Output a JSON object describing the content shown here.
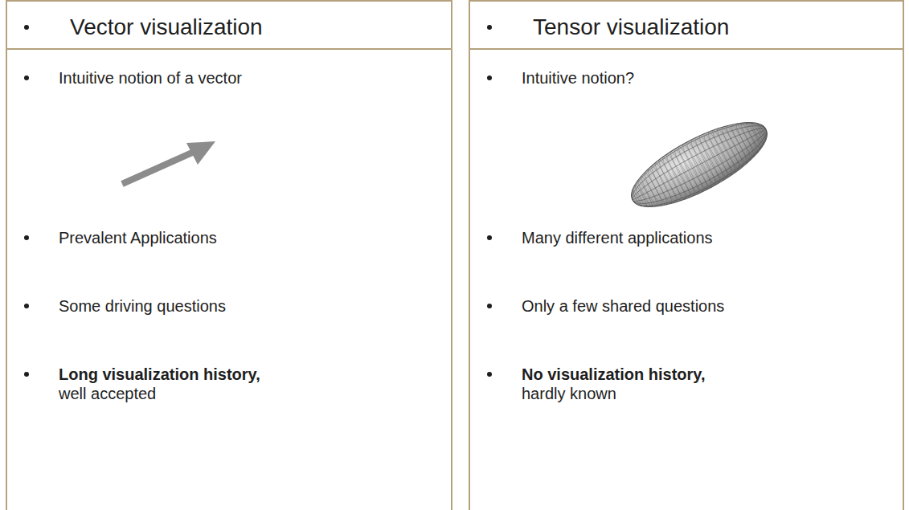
{
  "diagram": {
    "nodes": [
      {
        "text": [
          "Vector visualization",
          "Intuitive notion of a vector",
          "Prevalent Applications",
          "Some driving questions",
          "Long visualization history,",
          "well accepted"
        ]
      },
      {
        "text": [
          "Tensor visualization",
          "Intuitive notion?",
          "Many different applications",
          "Only a few shared questions",
          "No visualization history,",
          "hardly known"
        ]
      }
    ]
  }
}
